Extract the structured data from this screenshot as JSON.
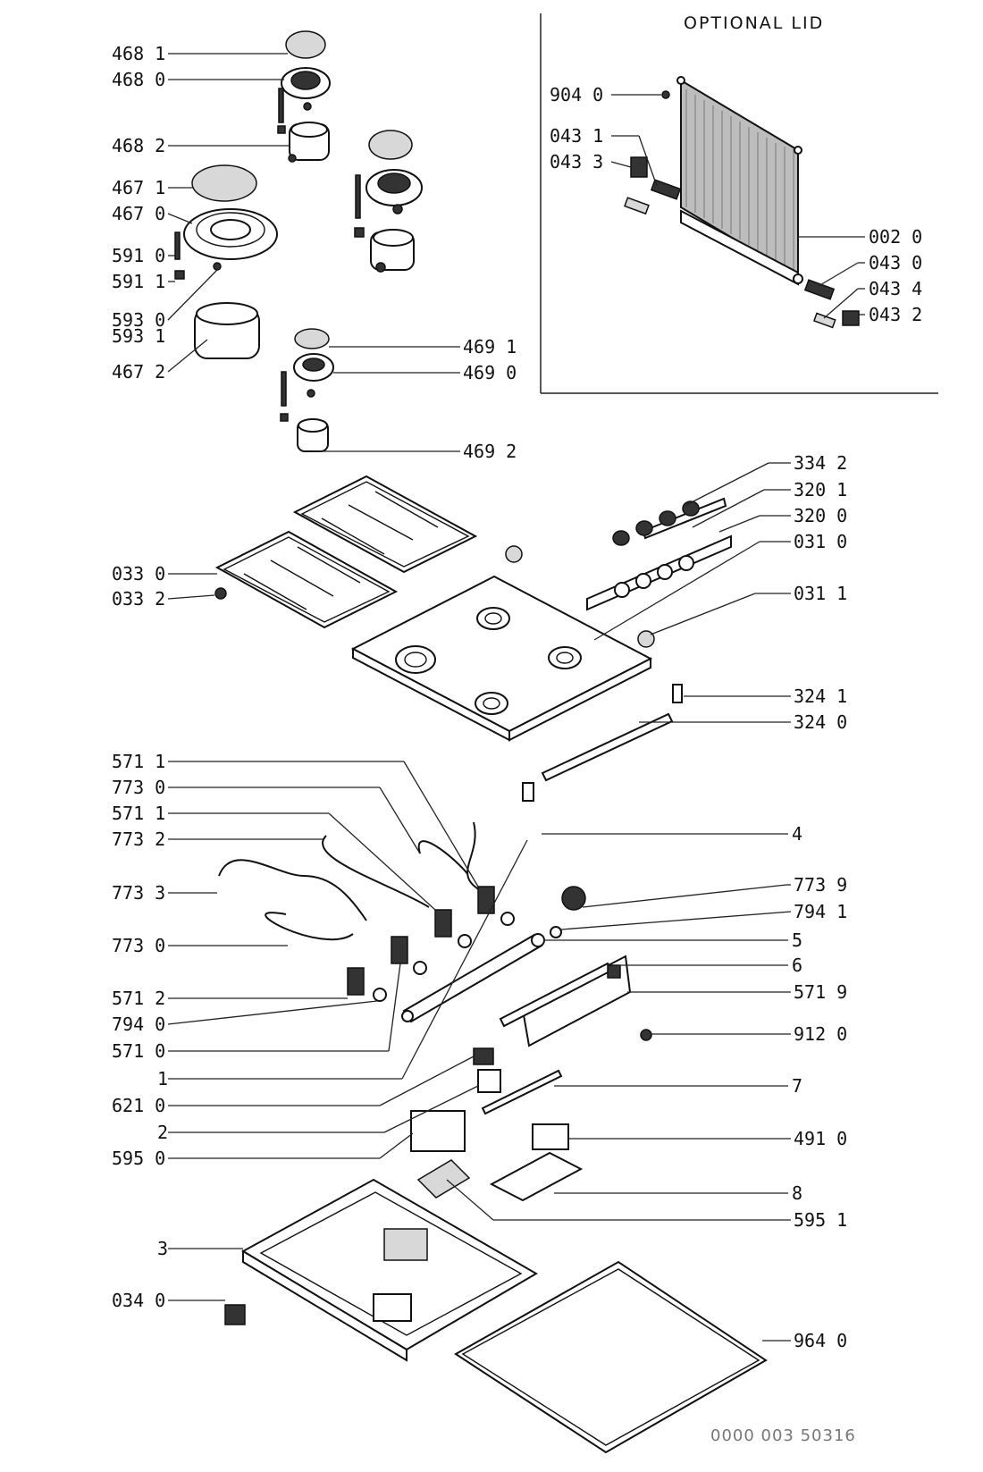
{
  "lid_title": "OPTIONAL LID",
  "doc_number": "0000 003 50316",
  "callouts_left": [
    "468 1",
    "468 0",
    "468 2",
    "467 1",
    "467 0",
    "591 0",
    "591 1",
    "593 0",
    "593 1",
    "467 2",
    "033 0",
    "033 2",
    "571 1",
    "773 0",
    "571 1",
    "773 2",
    "773 3",
    "773 0",
    "571 2",
    "794 0",
    "571 0",
    "1",
    "621 0",
    "2",
    "595 0",
    "3",
    "034 0"
  ],
  "callouts_right": [
    "469 1",
    "469 0",
    "469 2",
    "334 2",
    "320 1",
    "320 0",
    "031 0",
    "031 1",
    "324 1",
    "324 0",
    "4",
    "773 9",
    "794 1",
    "5",
    "6",
    "571 9",
    "912 0",
    "7",
    "491 0",
    "8",
    "595 1",
    "964 0"
  ],
  "callouts_lid": [
    "904 0",
    "043 1",
    "043 3",
    "002 0",
    "043 0",
    "043 4",
    "043 2"
  ]
}
